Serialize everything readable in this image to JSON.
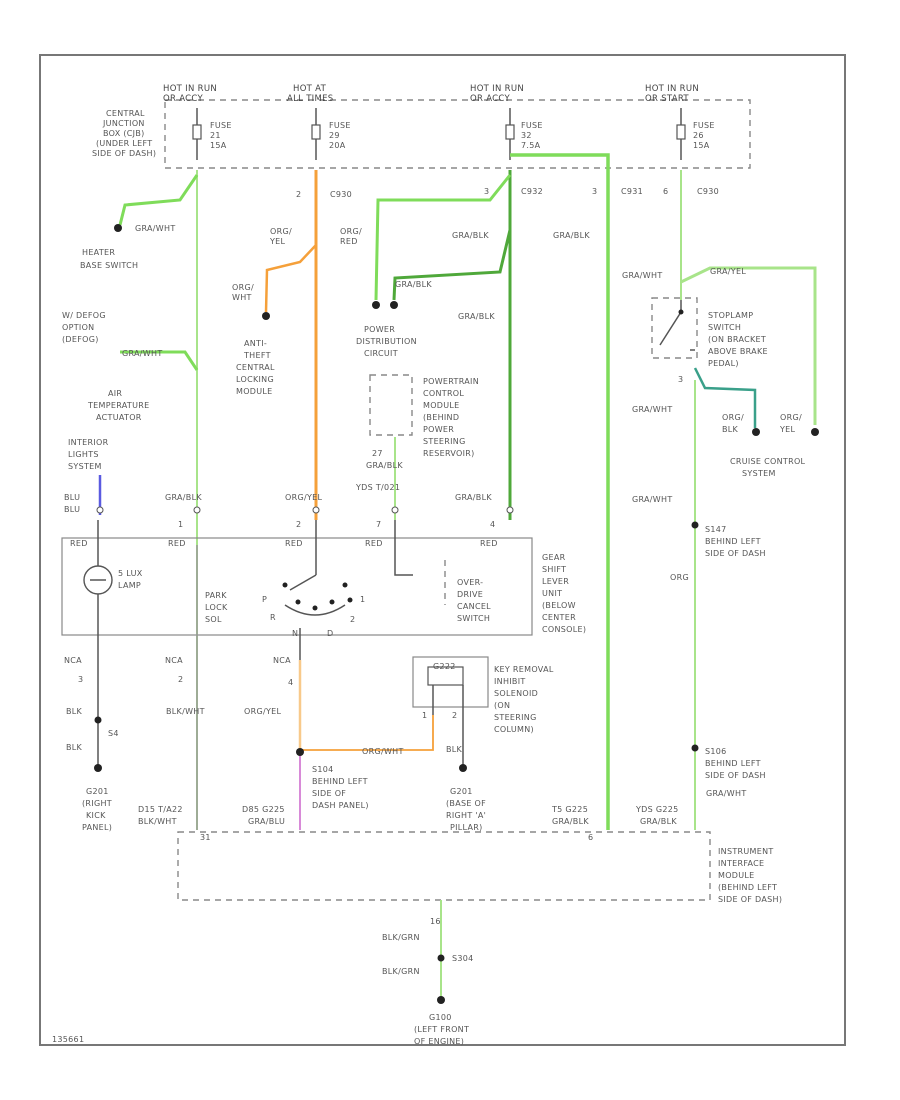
{
  "colors": {
    "green": "#7fdc5a",
    "dark_green": "#4fa83a",
    "light_green": "#a8e48a",
    "orange": "#f5a03a",
    "light_orange": "#f8c98a",
    "blue": "#5a5ae0",
    "pink": "#d88ad8",
    "gray": "#9a9a9a",
    "teal": "#3aa08a"
  },
  "fuse_sources": [
    {
      "hot": "HOT IN RUN",
      "sub": "OR ACCY"
    },
    {
      "hot": "HOT AT",
      "sub": "ALL TIMES"
    },
    {
      "hot": "HOT IN RUN",
      "sub": "OR ACCY"
    },
    {
      "hot": "HOT IN RUN",
      "sub": "OR START"
    }
  ],
  "fuses": [
    {
      "l1": "FUSE",
      "l2": "21",
      "l3": "15A"
    },
    {
      "l1": "FUSE",
      "l2": "29",
      "l3": "20A"
    },
    {
      "l1": "FUSE",
      "l2": "32",
      "l3": "7.5A"
    },
    {
      "l1": "FUSE",
      "l2": "26",
      "l3": "15A"
    }
  ],
  "cjb_label": [
    "CENTRAL",
    "JUNCTION",
    "BOX (CJB)",
    "(UNDER LEFT",
    "SIDE OF DASH)"
  ],
  "connectors": {
    "c1": "2",
    "c1_name": "C930",
    "c2a": "3",
    "c2_name": "C932",
    "c3a": "3",
    "c3_name": "C931",
    "c4a": "6",
    "c4_name": "C930"
  },
  "wire_labels": {
    "gra_wht_top": "GRA/WHT",
    "heater_switch": [
      "HEATER",
      "BASE SWITCH"
    ],
    "org_yel_top": [
      "ORG/",
      "YEL"
    ],
    "org_red": [
      "ORG/",
      "RED"
    ],
    "gra_blk_1": "GRA/BLK",
    "gra_blk_2": "GRA/BLK",
    "gra_blk_3": "GRA/BLK",
    "org_wht": [
      "ORG/",
      "WHT"
    ],
    "w_dfog": [
      "W/ DEFOG",
      "OPTION",
      "(DEFOG)"
    ],
    "gra_wht_2": "GRA/WHT",
    "gra_wht_mid": "GRA/WHT",
    "gra_yel": "GRA/YEL",
    "air_temp": [
      "AIR",
      "TEMPERATURE",
      "ACTUATOR"
    ],
    "anti_theft": [
      "ANTI-",
      "THEFT",
      "CENTRAL",
      "LOCKING",
      "MODULE"
    ],
    "pdc": [
      "POWER",
      "DISTRIBUTION",
      "CIRCUIT"
    ],
    "pcm": [
      "POWERTRAIN",
      "CONTROL",
      "MODULE",
      "(BEHIND",
      "POWER",
      "STEERING",
      "RESERVOIR)"
    ],
    "stoplamp": [
      "STOPLAMP",
      "SWITCH",
      "(ON BRACKET",
      "ABOVE BRAKE",
      "PEDAL)"
    ],
    "gra_wht_r": "GRA/WHT",
    "org_blk_r": [
      "ORG/",
      "BLK"
    ],
    "org_yel_r": [
      "ORG/",
      "YEL"
    ],
    "cruise": [
      "CRUISE CONTROL",
      "SYSTEM"
    ],
    "interior": [
      "INTERIOR",
      "LIGHTS",
      "SYSTEM"
    ],
    "blu_1": "BLU",
    "blu_2": "BLU",
    "gra_blk_a": "GRA/BLK",
    "org_yel_b": "ORG/YEL",
    "pin27": "27",
    "gra_blk_c": "GRA/BLK",
    "ref_c": "YDS T/021",
    "gra_blk_d": "GRA/BLK",
    "gra_wht_e": "GRA/WHT",
    "s147": [
      "S147",
      "BEHIND LEFT",
      "SIDE OF DASH"
    ],
    "org": "ORG"
  },
  "shifter_pins": [
    "1",
    "2",
    "7",
    "4"
  ],
  "shifter_pin_labels": [
    "RED",
    "RED",
    "RED",
    "RED"
  ],
  "shifter_box": {
    "bulb": [
      "5 LUX",
      "LAMP"
    ],
    "park_lock": [
      "PARK",
      "LOCK",
      "SOL"
    ],
    "overdrive": [
      "OVER-",
      "DRIVE",
      "CANCEL",
      "SWITCH"
    ],
    "gear_shift": [
      "GEAR",
      "SHIFT",
      "LEVER",
      "UNIT",
      "(BELOW",
      "CENTER",
      "CONSOLE)"
    ],
    "sw_p": "P",
    "sw_r": "R",
    "sw_n": "N",
    "sw_d": "D",
    "sw_1": "1",
    "sw_2": "2"
  },
  "lower": {
    "nca_1": "NCA",
    "pin_3": "3",
    "nca_2": "NCA",
    "pin_2": "2",
    "nca_3": "NCA",
    "pin_4": "4",
    "blk_1": "BLK",
    "s_num": "S4",
    "blk_2": "BLK",
    "blk_wht": "BLK/WHT",
    "org_yel_low": "ORG/YEL",
    "org_wht_low": "ORG/WHT",
    "keyrem": [
      "KEY REMOVAL",
      "INHIBIT",
      "SOLENOID",
      "(ON",
      "STEERING",
      "COLUMN)"
    ],
    "key_pin1": "1",
    "key_pin2": "2",
    "blk_3": "BLK",
    "s104": [
      "S104",
      "BEHIND LEFT",
      "SIDE OF",
      "DASH PANEL)"
    ],
    "g201": [
      "G201",
      "(RIGHT",
      "KICK",
      "PANEL)"
    ],
    "g201b": [
      "G201",
      "(BASE OF",
      "RIGHT 'A'",
      "PILLAR)"
    ],
    "s106": [
      "S106",
      "BEHIND LEFT",
      "SIDE OF DASH"
    ],
    "ref_1": "D15 T/A22",
    "ref_1b": "BLK/WHT",
    "ref_2": "D85 G225",
    "ref_2b": "GRA/BLU",
    "ref_3": "T5 G225",
    "ref_3b": "GRA/BLK",
    "ref_4": "YDS G225",
    "ref_4b": "GRA/BLK",
    "iim": [
      "INSTRUMENT",
      "INTERFACE",
      "MODULE",
      "(BEHIND LEFT",
      "SIDE OF DASH)"
    ],
    "pin_bot": "16",
    "blk_grn_1": "BLK/GRN",
    "s_bot": "S304",
    "blk_grn_2": "BLK/GRN",
    "g_bot": [
      "G100",
      "(LEFT FRONT",
      "OF ENGINE)"
    ],
    "pin_31": "31",
    "pin_6": "6"
  },
  "footer_code": "135661"
}
